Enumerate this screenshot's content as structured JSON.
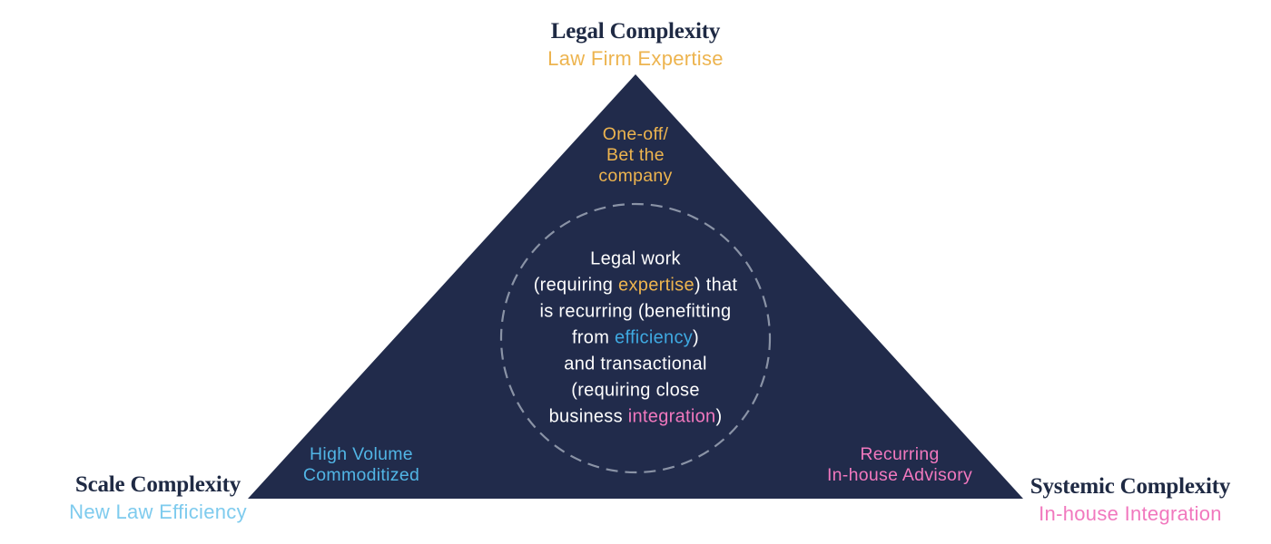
{
  "diagram": {
    "title_semantics": "legal-work-complexity-triangle",
    "colors": {
      "triangle_fill": "#212B4B",
      "navy_text": "#1F2A44",
      "gold": "#EDB44F",
      "sky_blue": "#7ECBEE",
      "cyan": "#51B5E5",
      "blue": "#3FA9E1",
      "pink": "#F178BE",
      "circle_stroke": "#8A93A6",
      "background": "#FFFFFF"
    },
    "corners": {
      "top": {
        "title": "Legal Complexity",
        "subtitle": "Law Firm Expertise"
      },
      "bottom_left": {
        "title": "Scale Complexity",
        "subtitle": "New Law Efficiency"
      },
      "bottom_right": {
        "title": "Systemic Complexity",
        "subtitle": "In-house Integration"
      }
    },
    "inner_labels": {
      "top": {
        "lines": [
          "One-off/",
          "Bet the",
          "company"
        ]
      },
      "bottom_left": {
        "lines": [
          "High Volume",
          "Commoditized"
        ]
      },
      "bottom_right": {
        "lines": [
          "Recurring",
          "In-house Advisory"
        ]
      }
    },
    "circle_caption": {
      "lines": [
        {
          "parts": [
            {
              "text": "Legal work"
            }
          ]
        },
        {
          "parts": [
            {
              "text": "(requiring "
            },
            {
              "text": "expertise"
            },
            {
              "text": ") that"
            }
          ]
        },
        {
          "parts": [
            {
              "text": "is recurring (benefitting"
            }
          ]
        },
        {
          "parts": [
            {
              "text": "from "
            },
            {
              "text": "efficiency"
            },
            {
              "text": ")"
            }
          ]
        },
        {
          "parts": [
            {
              "text": "and transactional"
            }
          ]
        },
        {
          "parts": [
            {
              "text": "(requiring close"
            }
          ]
        },
        {
          "parts": [
            {
              "text": "business "
            },
            {
              "text": "integration"
            },
            {
              "text": ")"
            }
          ]
        }
      ]
    }
  }
}
